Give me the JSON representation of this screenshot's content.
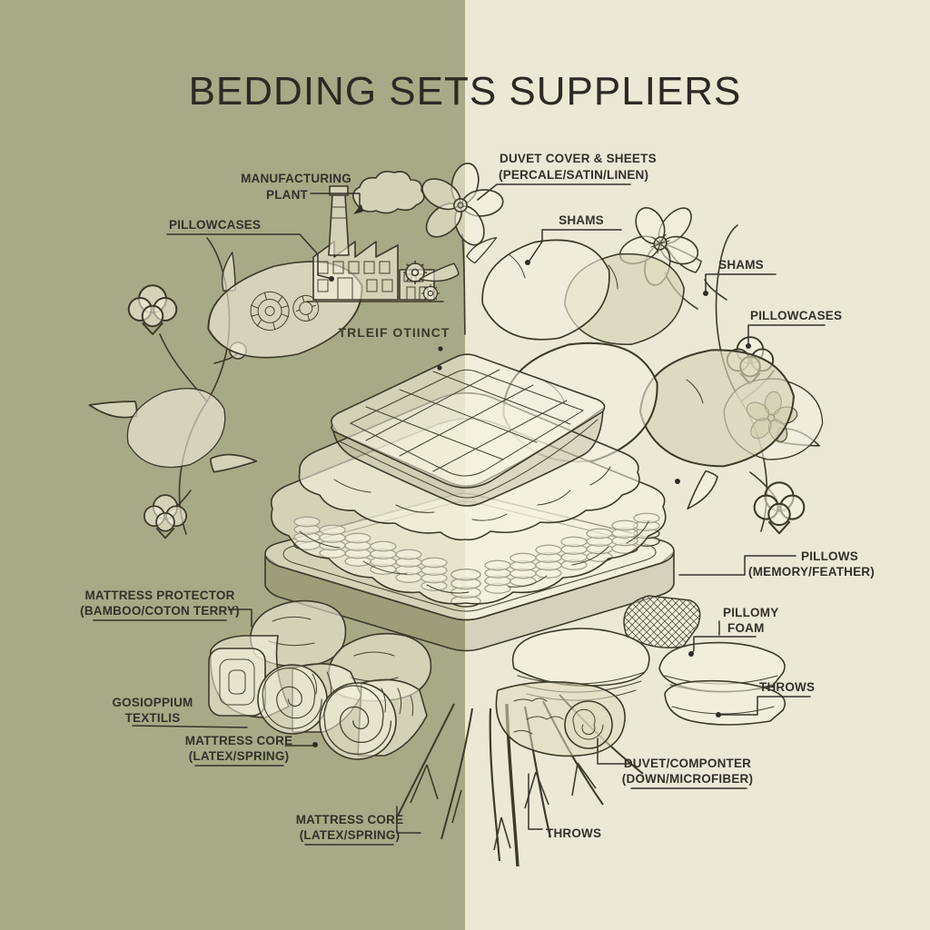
{
  "title": "BEDDING SETS SUPPLIERS",
  "colors": {
    "background_left": "#a7aa86",
    "background_right": "#ece8d6",
    "line_ink": "#3c3a2a",
    "label_text": "#32312a",
    "title_text": "#2b2a23"
  },
  "labels": {
    "manufacturing_plant": {
      "line1": "MANUFACTURING",
      "line2": "PLANT"
    },
    "pillowcases_left": {
      "text": "PILLOWCASES"
    },
    "duvet_cover_sheets": {
      "line1": "DUVET COVER & SHEETS",
      "line2": "(PERCALE/SATIN/LINEN)"
    },
    "shams_center": {
      "text": "SHAMS"
    },
    "shams_right": {
      "text": "SHAMS"
    },
    "pillowcases_right": {
      "text": "PILLOWCASES"
    },
    "bed_caption": {
      "text": "TRLEIF OTIINCT"
    },
    "pillows_memory_feather": {
      "line1": "PILLOWS",
      "line2": "(MEMORY/FEATHER)"
    },
    "pillomy_foam": {
      "line1": "PILLOMY",
      "line2": "FOAM"
    },
    "mattress_protector": {
      "line1": "MATTRESS PROTECTOR",
      "line2": "(BAMBOO/COTON TERRY)"
    },
    "gossypium_textilis": {
      "line1": "GOSIOPPIUM",
      "line2": "TEXTILIS"
    },
    "mattress_core_left": {
      "line1": "MATTRESS CORE",
      "line2": "(LATEX/SPRING)"
    },
    "mattress_core_bottom": {
      "line1": "MATTRESS CORE",
      "line2": "(LATEX/SPRING)"
    },
    "duvet_comforter": {
      "line1": "DUVET/COMPONTER",
      "line2": "(DOWN/MICROFIBER)"
    },
    "throws_right": {
      "text": "THROWS"
    },
    "throws_bottom": {
      "text": "THROWS"
    }
  },
  "illustration_parts": [
    "cotton-plant-left",
    "cotton-plant-right",
    "flower-top-center",
    "flower-right",
    "manufacturing-plant",
    "pillow-shams",
    "quilted-duvet",
    "comforter-layer",
    "spring-mattress-core",
    "bed-platform",
    "roots",
    "mattress-rolls",
    "fabric-sacks",
    "mesh-foam-swatch",
    "folded-duvets",
    "rolled-blanket",
    "pillowcase-flower-print",
    "pillow-spool-print",
    "cotton-bolls",
    "smoke-cloud",
    "gears"
  ]
}
